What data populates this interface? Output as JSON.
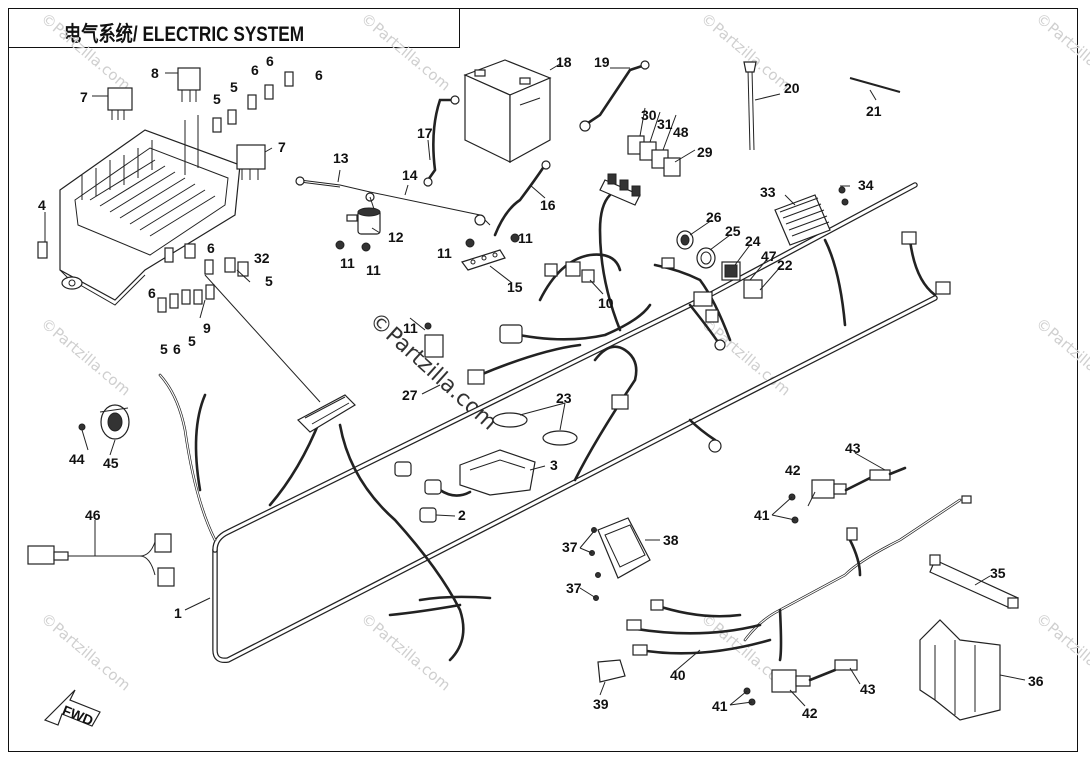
{
  "title": "电气系统/ ELECTRIC SYSTEM",
  "watermark": "©Partzilla.com",
  "direction_arrow": "FWD",
  "callouts": {
    "p1": "1",
    "p2": "2",
    "p3": "3",
    "p4": "4",
    "p5a": "5",
    "p5b": "5",
    "p5c": "5",
    "p5d": "5",
    "p5e": "5",
    "p6a": "6",
    "p6b": "6",
    "p6c": "6",
    "p6d": "6",
    "p6e": "6",
    "p6f": "6",
    "p7a": "7",
    "p7b": "7",
    "p8": "8",
    "p9": "9",
    "p10": "10",
    "p11a": "11",
    "p11b": "11",
    "p11c": "11",
    "p11d": "11",
    "p11e": "11",
    "p12": "12",
    "p13": "13",
    "p14": "14",
    "p15": "15",
    "p16": "16",
    "p17": "17",
    "p18": "18",
    "p19": "19",
    "p20": "20",
    "p21": "21",
    "p22": "22",
    "p23": "23",
    "p24": "24",
    "p25": "25",
    "p26": "26",
    "p27": "27",
    "p29": "29",
    "p30": "30",
    "p31": "31",
    "p32": "32",
    "p33": "33",
    "p34": "34",
    "p35": "35",
    "p36": "36",
    "p37a": "37",
    "p37b": "37",
    "p38": "38",
    "p39": "39",
    "p40": "40",
    "p41a": "41",
    "p41b": "41",
    "p42a": "42",
    "p42b": "42",
    "p43a": "43",
    "p43b": "43",
    "p44": "44",
    "p45": "45",
    "p46": "46",
    "p47": "47",
    "p48": "48"
  }
}
